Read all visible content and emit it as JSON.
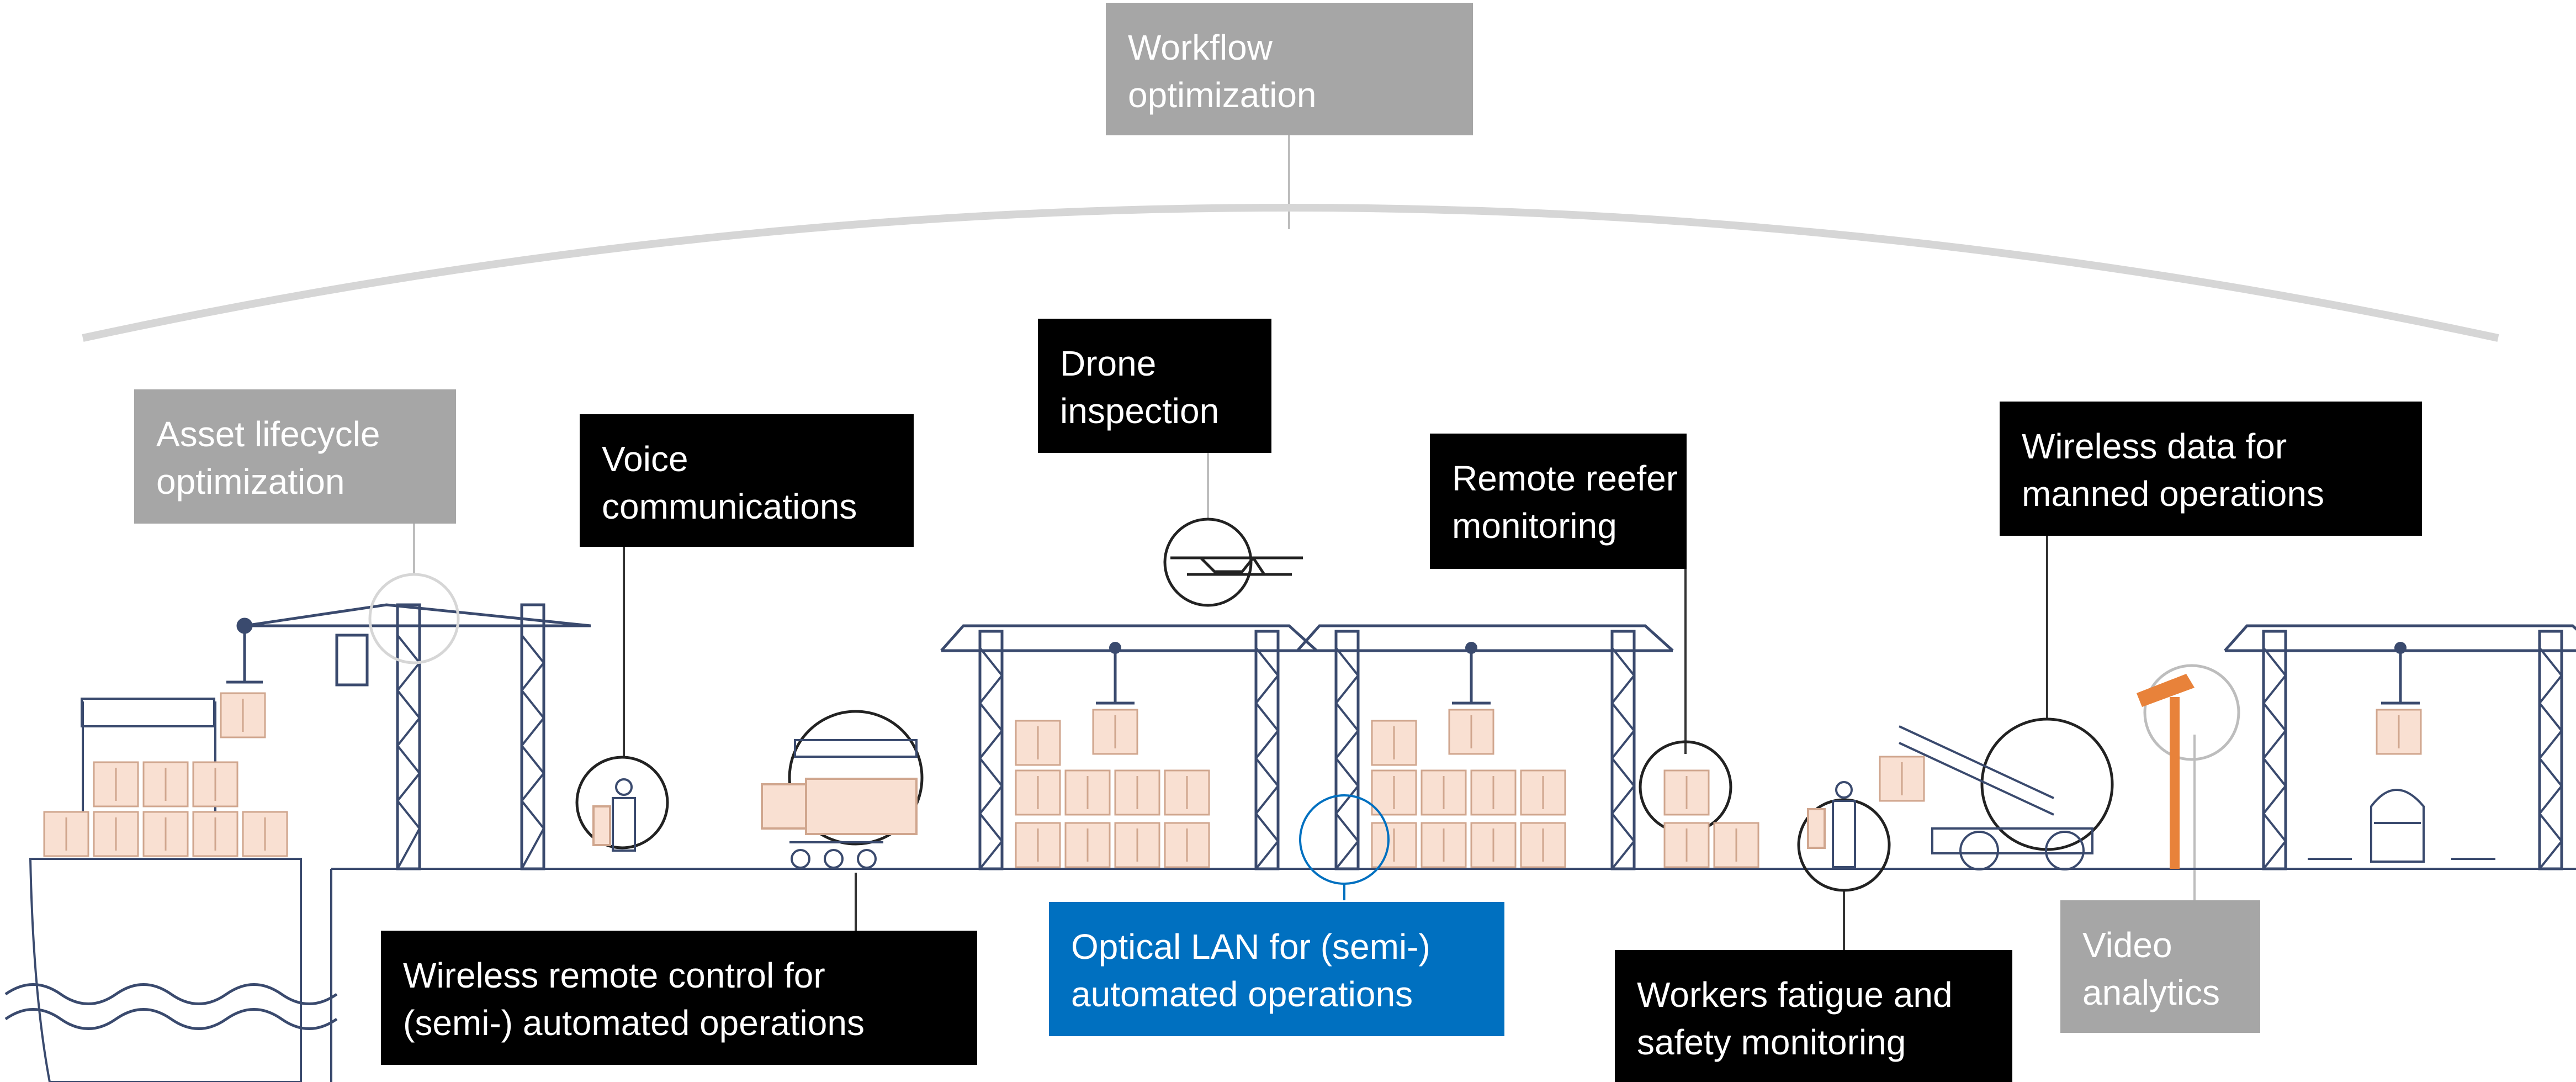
{
  "labels": {
    "workflow": {
      "lines": [
        "Workflow",
        "optimization"
      ],
      "style": "grey"
    },
    "asset_lifecycle": {
      "lines": [
        "Asset lifecycle",
        "optimization"
      ],
      "style": "grey"
    },
    "voice": {
      "lines": [
        "Voice",
        "communications"
      ],
      "style": "black"
    },
    "drone": {
      "lines": [
        "Drone",
        "inspection"
      ],
      "style": "black"
    },
    "reefer": {
      "lines": [
        "Remote reefer",
        "monitoring"
      ],
      "style": "black"
    },
    "wireless_data": {
      "lines": [
        "Wireless data for",
        "manned operations"
      ],
      "style": "black"
    },
    "wireless_remote": {
      "lines": [
        "Wireless remote control for",
        "(semi-) automated operations"
      ],
      "style": "black"
    },
    "optical_lan": {
      "lines": [
        "Optical LAN for (semi-)",
        "automated operations"
      ],
      "style": "blue"
    },
    "workers": {
      "lines": [
        "Workers fatigue and",
        "safety monitoring"
      ],
      "style": "black"
    },
    "video": {
      "lines": [
        "Video",
        "analytics"
      ],
      "style": "grey"
    }
  },
  "colors": {
    "black_box": "#000000",
    "grey_box": "#a6a6a6",
    "blue_box": "#0070c0",
    "container_fill": "#f9e0d2",
    "container_stroke": "#d0a68e",
    "structure": "#3a4a6e",
    "pole": "#e8823a"
  },
  "icons": [
    "ship-icon",
    "ship-crane-icon",
    "gantry-crane-icon",
    "drone-icon",
    "worker-radio-icon",
    "automated-vehicle-icon",
    "reach-stacker-icon",
    "camera-pole-icon",
    "train-icon",
    "container-icon"
  ]
}
